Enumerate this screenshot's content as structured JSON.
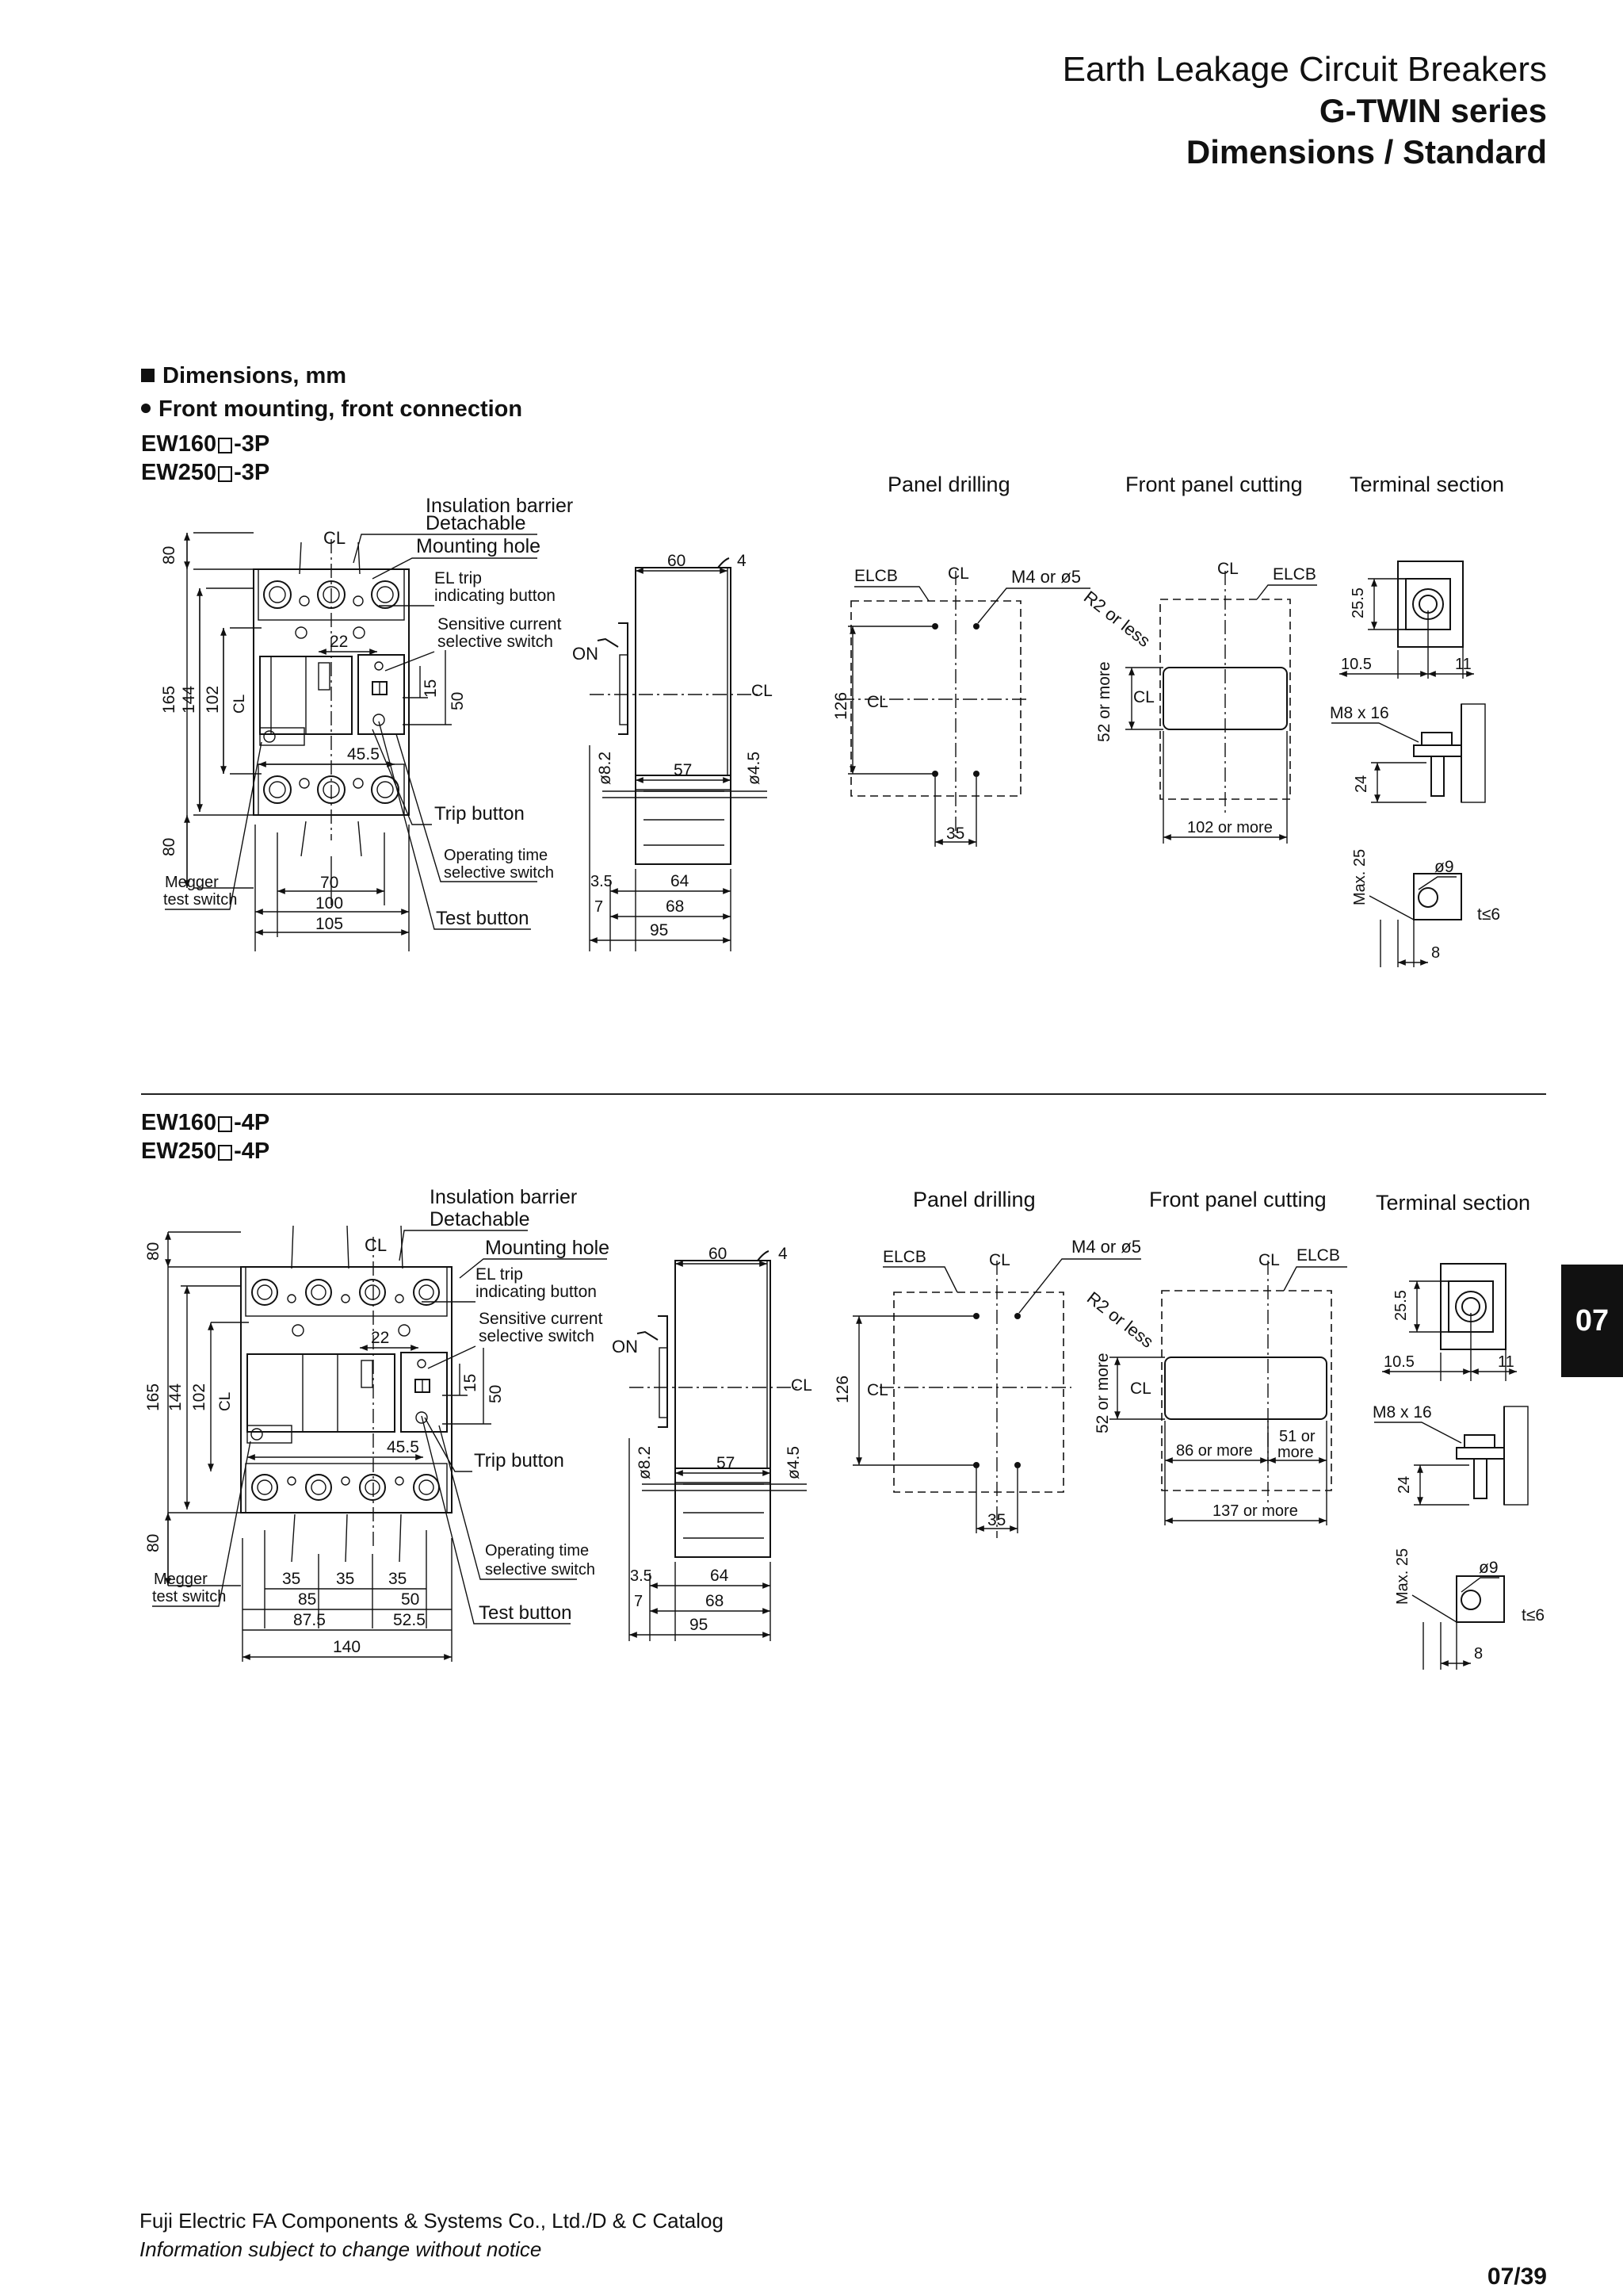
{
  "header": {
    "line1": "Earth Leakage Circuit Breakers",
    "line2": "G-TWIN series",
    "line3": "Dimensions / Standard"
  },
  "section": {
    "heading1": "Dimensions, mm",
    "heading2": "Front mounting, front connection"
  },
  "block3p": {
    "model1_pre": "EW160",
    "model1_post": "-3P",
    "model2_pre": "EW250",
    "model2_post": "-3P",
    "view_titles": {
      "panel_drilling": "Panel drilling",
      "front_panel_cutting": "Front panel cutting",
      "terminal_section": "Terminal section"
    },
    "labels": {
      "insulation_barrier": "Insulation barrier",
      "detachable": "Detachable",
      "mounting_hole": "Mounting hole",
      "el_trip_1": "EL trip",
      "el_trip_2": "indicating button",
      "sensitive_1": "Sensitive current",
      "sensitive_2": "selective switch",
      "trip_button": "Trip button",
      "operating_1": "Operating time",
      "operating_2": "selective switch",
      "test_button": "Test button",
      "megger_1": "Megger",
      "megger_2": "test switch",
      "on": "ON",
      "elcb": "ELCB",
      "m4": "M4 or ø5",
      "r2": "R2 or less",
      "m8": "M8 x 16",
      "t6": "t≤6",
      "cl": "CL"
    },
    "dims": {
      "d80a": "80",
      "d165": "165",
      "d144": "144",
      "d102": "102",
      "d80b": "80",
      "d22": "22",
      "d15": "15",
      "d50": "50",
      "d45_5": "45.5",
      "d70": "70",
      "d100": "100",
      "d105": "105",
      "d60": "60",
      "d4": "4",
      "d8_2": "ø8.2",
      "d57": "57",
      "d4_5": "ø4.5",
      "d3_5": "3.5",
      "d64": "64",
      "d7": "7",
      "d68": "68",
      "d95": "95",
      "d126": "126",
      "d35": "35",
      "d52": "52 or more",
      "d102more": "102 or more",
      "d25_5": "25.5",
      "d10_5": "10.5",
      "d11": "11",
      "d24": "24",
      "dmax25": "Max. 25",
      "d9": "ø9",
      "d8": "8"
    }
  },
  "block4p": {
    "model1_pre": "EW160",
    "model1_post": "-4P",
    "model2_pre": "EW250",
    "model2_post": "-4P",
    "view_titles": {
      "panel_drilling": "Panel drilling",
      "front_panel_cutting": "Front panel cutting",
      "terminal_section": "Terminal section"
    },
    "dims": {
      "d80a": "80",
      "d165": "165",
      "d144": "144",
      "d102": "102",
      "d80b": "80",
      "d22": "22",
      "d15": "15",
      "d50": "50",
      "d45_5": "45.5",
      "d35a": "35",
      "d35b": "35",
      "d35c": "35",
      "d85": "85",
      "d50b": "50",
      "d87_5": "87.5",
      "d52_5": "52.5",
      "d140": "140",
      "d60": "60",
      "d4": "4",
      "d8_2": "ø8.2",
      "d57": "57",
      "d4_5": "ø4.5",
      "d3_5": "3.5",
      "d64": "64",
      "d7": "7",
      "d68": "68",
      "d95": "95",
      "d126": "126",
      "d35": "35",
      "d52": "52 or more",
      "d86": "86 or more",
      "d51a": "51 or",
      "d51b": "more",
      "d137": "137 or more",
      "d25_5": "25.5",
      "d10_5": "10.5",
      "d11": "11",
      "d24": "24",
      "dmax25": "Max. 25",
      "d9": "ø9",
      "d8": "8"
    }
  },
  "tab": {
    "label": "07"
  },
  "footer": {
    "line1": "Fuji Electric FA Components & Systems Co., Ltd./D & C Catalog",
    "line2": "Information subject to change without notice",
    "page": "07/39"
  }
}
